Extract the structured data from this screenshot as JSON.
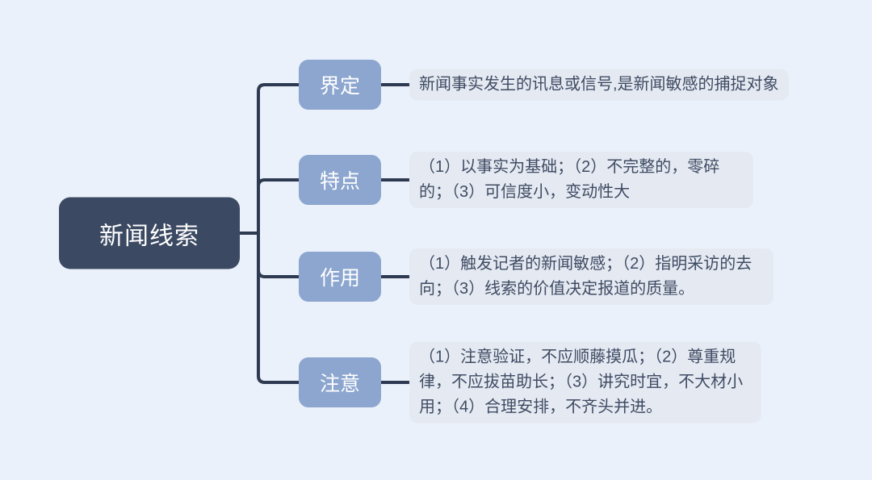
{
  "colors": {
    "page_bg": "#ebf1fa",
    "root_bg": "#3b4962",
    "root_text": "#ffffff",
    "branch_bg": "#8ca6cf",
    "branch_text": "#ffffff",
    "detail_bg": "#e5eaf2",
    "detail_text": "#3f4b63",
    "connector": "#2d3a52"
  },
  "mindmap": {
    "root": {
      "label": "新闻线索"
    },
    "branches": [
      {
        "label": "界定",
        "detail": "新闻事实发生的讯息或信号,是新闻敏感的捕捉对象"
      },
      {
        "label": "特点",
        "detail": "（1）以事实为基础；（2）不完整的，零碎的；（3）可信度小，变动性大"
      },
      {
        "label": "作用",
        "detail": "（1）触发记者的新闻敏感；（2）指明采访的去向；（3）线索的价值决定报道的质量。"
      },
      {
        "label": "注意",
        "detail": "（1）注意验证，不应顺藤摸瓜；（2）尊重规律，不应拔苗助长；（3）讲究时宜，不大材小用；（4）合理安排，不齐头并进。"
      }
    ]
  }
}
